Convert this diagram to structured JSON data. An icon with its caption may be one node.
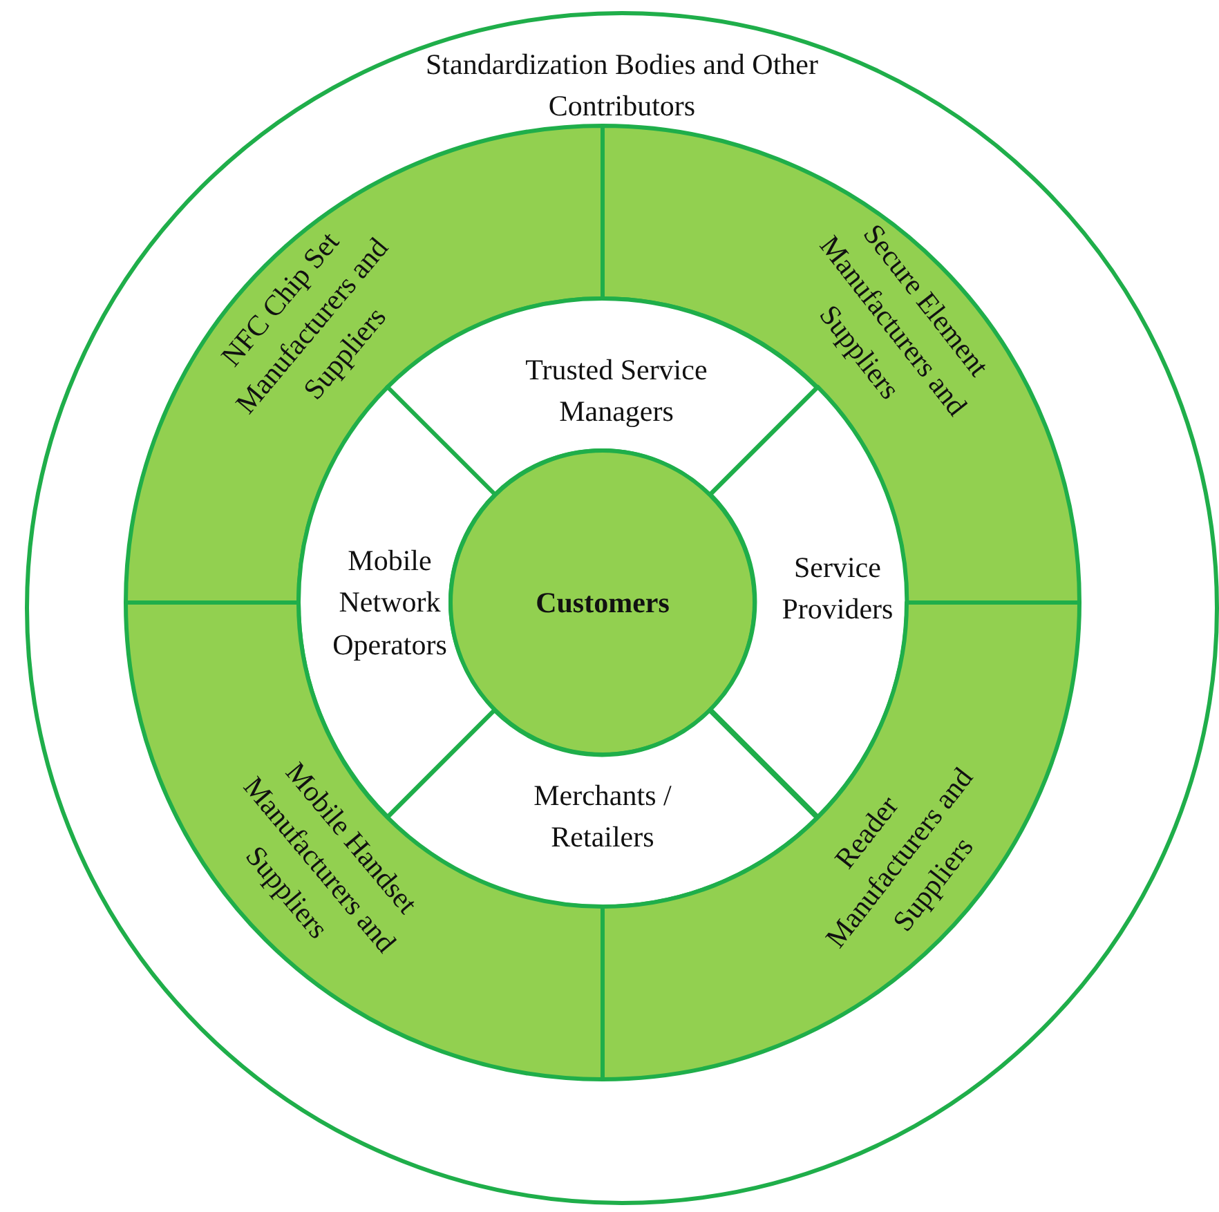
{
  "diagram": {
    "nodes": [
      {
        "text": [
          "Standardization Bodies and Other Contributors"
        ]
      },
      {
        "text": [
          "NFC Chip Set Manufacturers and Suppliers"
        ],
        "in": 0
      },
      {
        "text": [
          "Secure Element Manufacturers and Suppliers"
        ],
        "in": 0
      },
      {
        "text": [
          "Trusted Service Managers"
        ],
        "in": 0
      },
      {
        "text": [
          "Mobile Network Operators"
        ],
        "in": 0
      },
      {
        "text": [
          "Customers"
        ],
        "in": 0
      },
      {
        "text": [
          "Service Providers"
        ],
        "in": 0
      },
      {
        "text": [
          "Merchants / Retailers"
        ],
        "in": 0
      },
      {
        "text": [
          "Mobile Handset Manufacturers and Suppliers"
        ],
        "in": 0
      },
      {
        "text": [
          "Reader Manufacturers and Suppliers"
        ],
        "in": 0
      }
    ]
  }
}
